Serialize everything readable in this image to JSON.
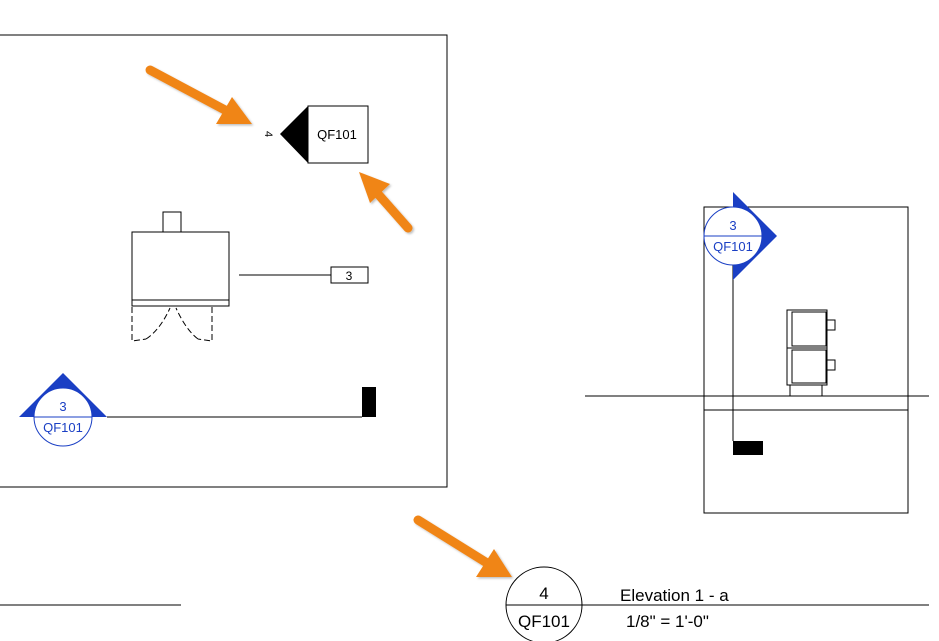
{
  "plan_view": {
    "elevation_marker_number": "4",
    "elevation_marker_sheet": "QF101",
    "equipment_tag": "3",
    "section_marker": {
      "number": "3",
      "sheet": "QF101"
    }
  },
  "elevation_view": {
    "section_marker": {
      "number": "3",
      "sheet": "QF101"
    }
  },
  "view_title": {
    "number": "4",
    "sheet": "QF101",
    "name": "Elevation 1 - a",
    "scale": "1/8\" = 1'-0\""
  },
  "colors": {
    "annotation_blue": "#1a3fc4",
    "arrow_orange": "#f08519",
    "line_black": "#000000"
  }
}
